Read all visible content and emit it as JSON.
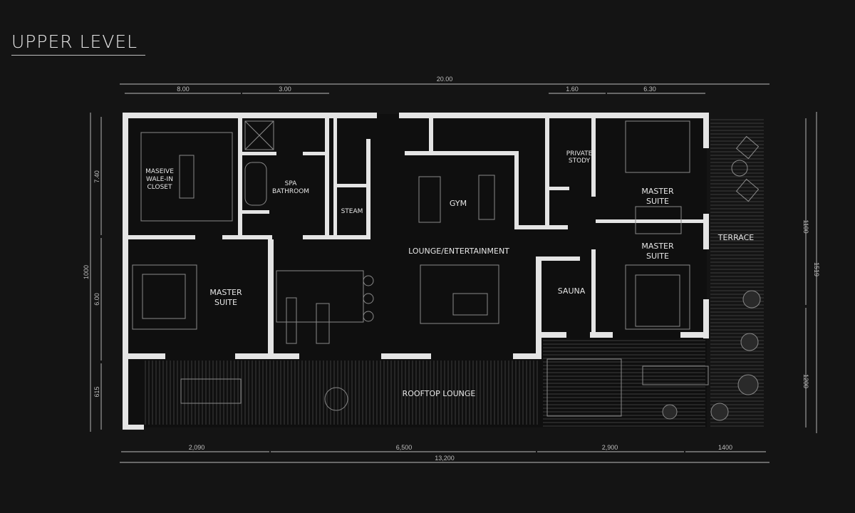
{
  "title": "UPPER LEVEL",
  "dimensions": {
    "top_overall": "20.00",
    "top_segments": [
      "8.00",
      "3.00",
      "1.60",
      "6.30"
    ],
    "bottom_segments": [
      "2,090",
      "6,500",
      "2,900",
      "1400"
    ],
    "bottom_overall": "13,200",
    "left_overall": "1000",
    "left_segments": [
      "7.40",
      "6.00",
      "615"
    ],
    "right_segments": [
      "1100",
      "1200"
    ],
    "right_overall": "1519"
  },
  "rooms": {
    "closet": [
      "MASEIVE",
      "WALE-IN",
      "CLOSET"
    ],
    "spa": [
      "SPA",
      "BATHROOM"
    ],
    "steam": "STEAM",
    "gym": "GYM",
    "study": [
      "PRIVATE",
      "STODY"
    ],
    "master_suite_ne": [
      "MASTER",
      "SUITE"
    ],
    "master_suite_e": [
      "MASTER",
      "SUITE"
    ],
    "master_suite_w": [
      "MASTER",
      "SUITE"
    ],
    "terrace": "TERRACE",
    "lounge": "LOUNGE/ENTERTAINMENT",
    "sauna": "SAUNA",
    "rooftop": "ROOFTOP LOUNGE"
  }
}
